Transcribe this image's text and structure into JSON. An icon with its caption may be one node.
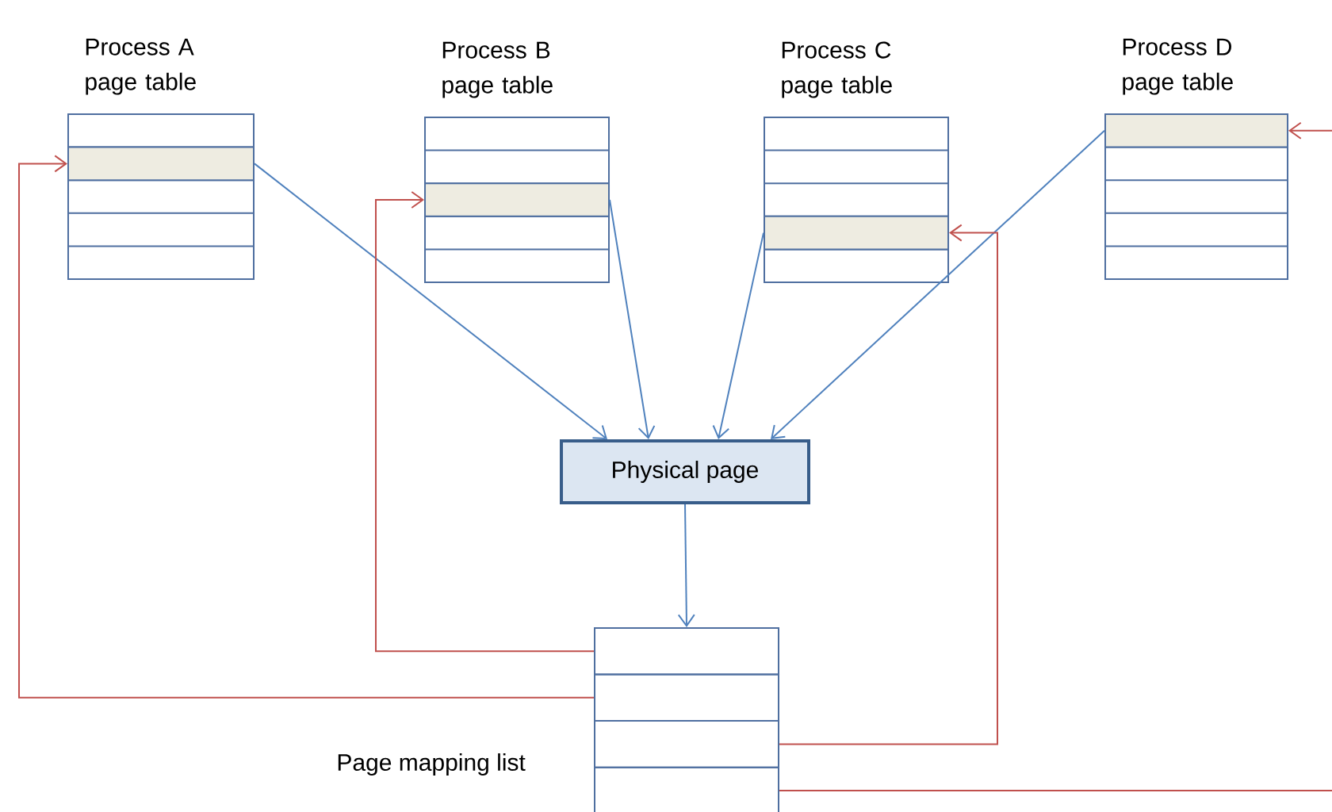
{
  "diagram": {
    "nodes": [
      {
        "text": [
          "Process A page table"
        ]
      },
      {
        "text": [],
        "shape": "box",
        "in": 0
      },
      {
        "text": [
          "Process B page table"
        ]
      },
      {
        "text": [],
        "shape": "box",
        "in": 2
      },
      {
        "text": [
          "Process C page table"
        ]
      },
      {
        "text": [],
        "shape": "box",
        "in": 4
      },
      {
        "text": [
          "Process D page table"
        ]
      },
      {
        "text": [],
        "shape": "box",
        "in": 6
      },
      {
        "text": [
          "Physical page"
        ]
      },
      {
        "text": [
          "Page mapping list"
        ]
      },
      {
        "text": [],
        "shape": "box",
        "in": 9
      },
      {
        "text": [],
        "shape": "box",
        "in": 9
      },
      {
        "text": [],
        "shape": "box",
        "in": 9
      },
      {
        "text": [],
        "shape": "box",
        "in": 9
      }
    ],
    "edges": [
      {
        "from": 1,
        "to": 8,
        "arrow": "to"
      },
      {
        "from": 3,
        "to": 8,
        "arrow": "to"
      },
      {
        "from": 5,
        "to": 8,
        "arrow": "to"
      },
      {
        "from": 7,
        "to": 8,
        "arrow": "to"
      },
      {
        "from": 8,
        "to": 9,
        "arrow": "to"
      },
      {
        "from": 10,
        "to": 3,
        "arrow": "to",
        "color": "#c0504d"
      },
      {
        "from": 11,
        "to": 1,
        "arrow": "to",
        "color": "#c0504d"
      },
      {
        "from": 12,
        "to": 5,
        "arrow": "to",
        "color": "#c0504d"
      },
      {
        "from": 13,
        "to": 7,
        "arrow": "to",
        "color": "#c0504d"
      }
    ]
  }
}
